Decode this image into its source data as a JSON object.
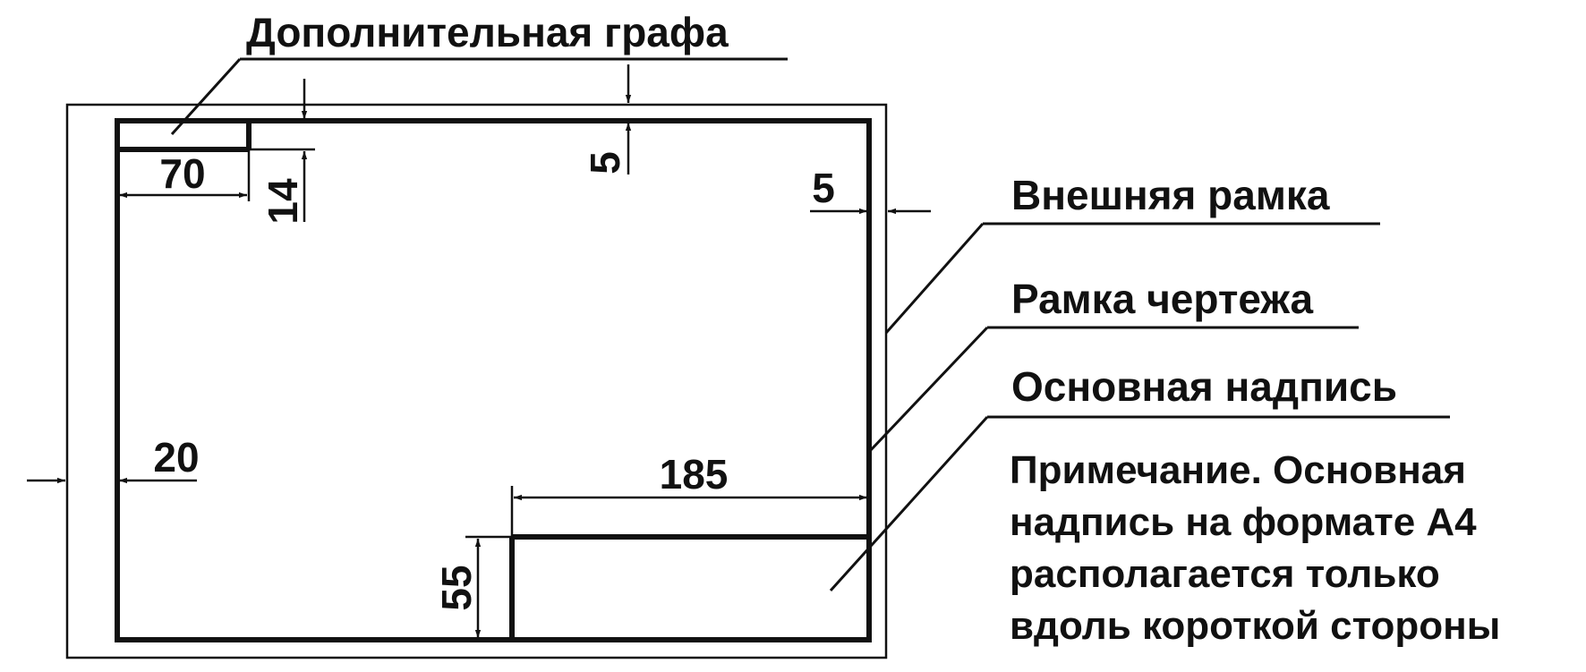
{
  "labels": {
    "extra_column": "Дополнительная графа",
    "outer_frame": "Внешняя рамка",
    "drawing_frame": "Рамка чертежа",
    "title_block": "Основная надпись"
  },
  "note_lines": [
    "Примечание. Основная",
    "надпись на формате А4",
    "располагается только",
    "вдоль короткой стороны"
  ],
  "dimensions": {
    "extra_column_width": "70",
    "extra_column_height": "14",
    "top_margin": "5",
    "right_margin": "5",
    "left_margin": "20",
    "title_block_width": "185",
    "title_block_height": "55"
  }
}
